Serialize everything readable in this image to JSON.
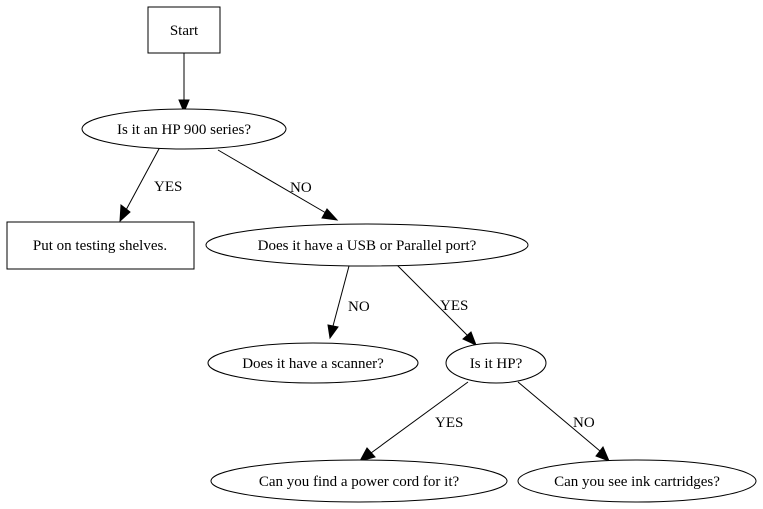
{
  "flowchart": {
    "nodes": {
      "start": "Start",
      "q_hp900": "Is it an HP 900 series?",
      "testing_shelves": "Put on testing shelves.",
      "q_port": "Does it have a USB or Parallel port?",
      "q_scanner": "Does it have a scanner?",
      "q_is_hp": "Is it HP?",
      "q_power_cord": "Can you find a power cord for it?",
      "q_ink": "Can you see ink cartridges?"
    },
    "edges": {
      "hp900_yes": "YES",
      "hp900_no": "NO",
      "port_no": "NO",
      "port_yes": "YES",
      "ishp_yes": "YES",
      "ishp_no": "NO"
    }
  }
}
